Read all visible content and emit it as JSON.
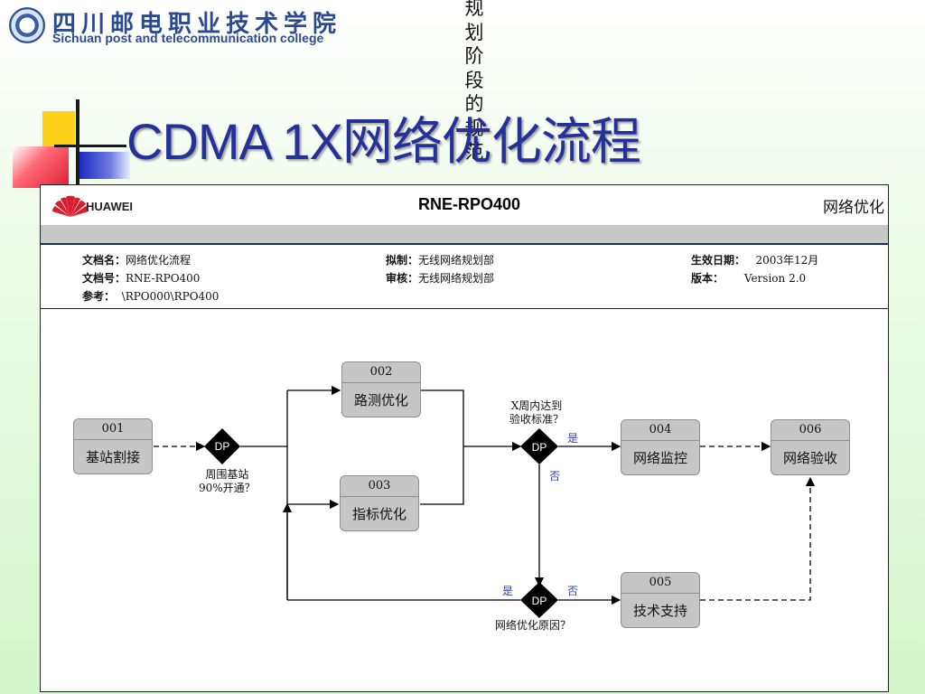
{
  "header": {
    "college_name_cn": "四川邮电职业技术学院",
    "college_name_en": "Sichuan  post and telecommunication college"
  },
  "vertical_text": "规划阶段的规范",
  "title": "CDMA 1X网络优化流程",
  "document": {
    "brand": "HUAWEI",
    "code": "RNE-RPO400",
    "category": "网络优化",
    "meta": {
      "doc_name_label": "文档名：",
      "doc_name_value": "网络优化流程",
      "doc_no_label": "文档号：",
      "doc_no_value": "RNE-RPO400",
      "ref_label": "参考：",
      "ref_value": "\\RPO000\\RPO400",
      "drafted_label": "拟制：",
      "drafted_value": "无线网络规划部",
      "reviewed_label": "审核：",
      "reviewed_value": "无线网络规划部",
      "effective_label": "生效日期：",
      "effective_value": "2003年12月",
      "version_label": "版本：",
      "version_value": "Version 2.0"
    }
  },
  "flowchart": {
    "nodes": [
      {
        "id": "001",
        "label": "基站割接"
      },
      {
        "id": "002",
        "label": "路测优化"
      },
      {
        "id": "003",
        "label": "指标优化"
      },
      {
        "id": "004",
        "label": "网络监控"
      },
      {
        "id": "005",
        "label": "技术支持"
      },
      {
        "id": "006",
        "label": "网络验收"
      }
    ],
    "decisions": [
      {
        "label": "DP",
        "question": "周围基站\n90%开通？"
      },
      {
        "label": "DP",
        "question": "X周内达到\n验收标准？",
        "yes": "是",
        "no": "否"
      },
      {
        "label": "DP",
        "question": "网络优化原因？",
        "yes": "是",
        "no": "否"
      }
    ]
  },
  "colors": {
    "title": "#24319a",
    "node_fill": "#c6c6c6",
    "yes_no": "#2a3fb0",
    "header_line": "#1a2a7a"
  }
}
